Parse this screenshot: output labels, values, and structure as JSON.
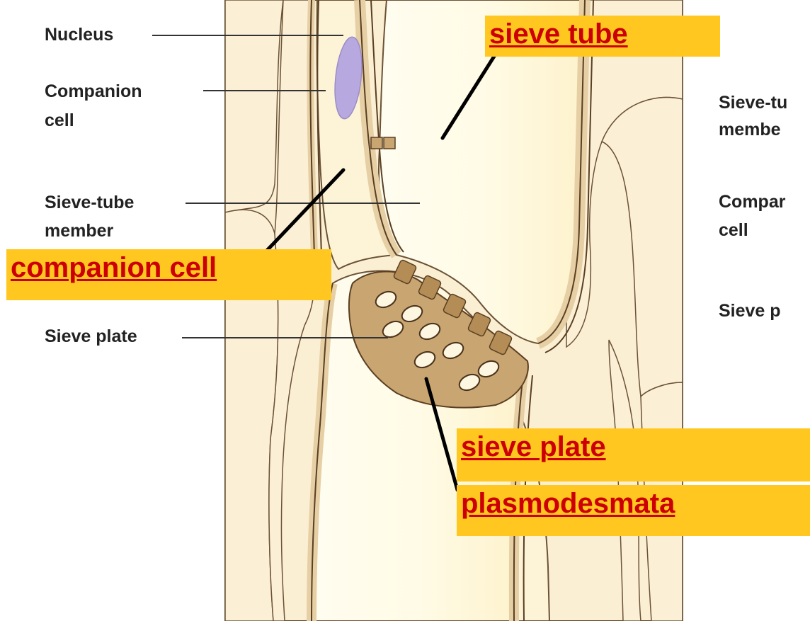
{
  "colors": {
    "highlight_fill": "#ffc71f",
    "highlight_text": "#cc0000",
    "cell_wall": "#e6cfa5",
    "wall_outline": "#5a3f22",
    "cytoplasm_light": "#fffcea",
    "cytoplasm": "#fdf2cc",
    "nucleus": "#b7a9df",
    "label_text": "#222222"
  },
  "left_labels": {
    "nucleus": "Nucleus",
    "companion_line1": "Companion",
    "companion_line2": "cell",
    "sieve_tube_line1": "Sieve-tube",
    "sieve_tube_line2": "member",
    "sieve_plate": "Sieve plate"
  },
  "right_labels": {
    "sieve_tube_line1": "Sieve-tu",
    "sieve_tube_line2": "membe",
    "companion_line1": "Compar",
    "companion_line2": "cell",
    "sieve_plate": "Sieve p"
  },
  "highlights": {
    "sieve_tube": "sieve tube",
    "companion_cell": "companion cell",
    "sieve_plate": "sieve plate",
    "plasmodesmata": "plasmodesmata"
  }
}
